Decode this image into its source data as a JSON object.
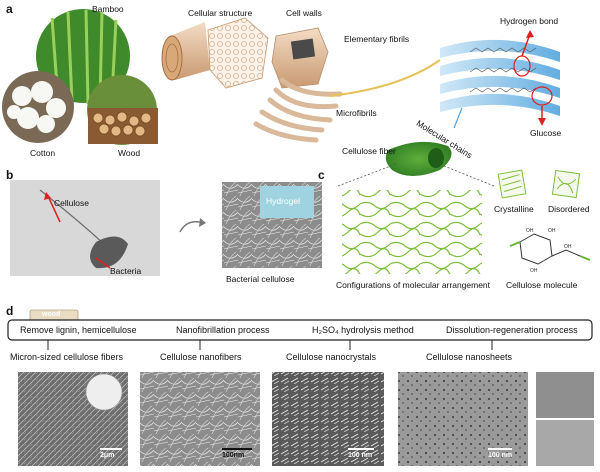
{
  "panel_a": {
    "letter": "a",
    "labels": {
      "bamboo": "Bamboo",
      "cotton": "Cotton",
      "wood": "Wood",
      "cellular_structure": "Cellular structure",
      "cell_walls": "Cell walls",
      "elementary_fibrils": "Elementary fibrils",
      "microfibrils": "Microfibrils",
      "molecular_chains": "Molecular chains",
      "hydrogen_bond": "Hydrogen bond",
      "glucose": "Glucose"
    }
  },
  "panel_b": {
    "letter": "b",
    "labels": {
      "cellulose": "Cellulose",
      "bacteria": "Bacteria",
      "hydrogel": "Hydrogel",
      "bacterial_cellulose": "Bacterial cellulose"
    }
  },
  "panel_c": {
    "letter": "c",
    "labels": {
      "cellulose_fiber": "Cellulose fiber",
      "crystalline": "Crystalline",
      "disordered": "Disordered",
      "configurations": "Configurations of molecular arrangement",
      "cellulose_molecule": "Cellulose molecule"
    }
  },
  "panel_d": {
    "letter": "d",
    "wood_label": "wood",
    "processes": [
      "Remove lignin, hemicellulose",
      "Nanofibrillation process",
      "H₂SO₄ hydrolysis method",
      "Dissolution-regeneration process"
    ],
    "products": [
      "Micron-sized cellulose fibers",
      "Cellulose nanofibers",
      "Cellulose nanocrystals",
      "Cellulose nanosheets"
    ],
    "scale_bars": [
      "2μm",
      "100nm",
      "100 nm",
      "100 nm"
    ]
  },
  "colors": {
    "fiber_tan": "#d9b99a",
    "fiber_dark": "#b98f6a",
    "chain_blue": "#8fc4ea",
    "arrow_red": "#e02020",
    "cellulose_green": "#7cbf3a",
    "molecule_green": "#66b832"
  }
}
